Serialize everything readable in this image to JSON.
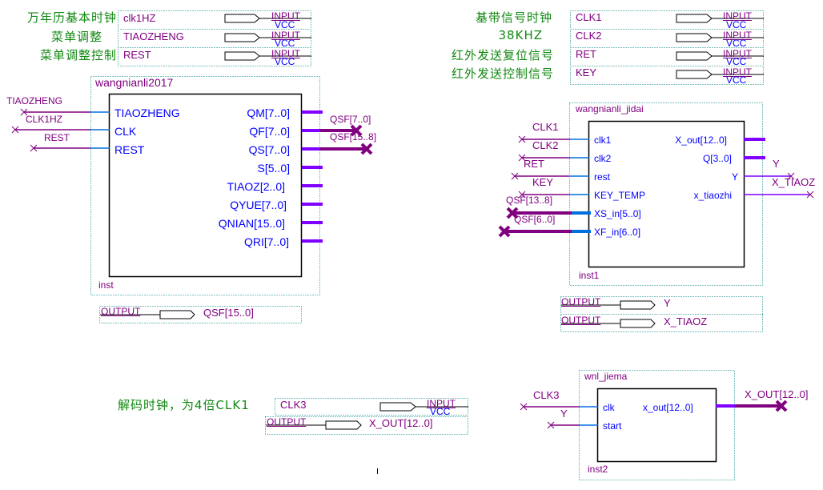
{
  "notes": {
    "left": [
      "万年历基本时钟",
      "菜单调整",
      "菜单调整控制"
    ],
    "right": [
      "基带信号时钟",
      "38KHZ",
      "红外发送复位信号",
      "红外发送控制信号"
    ],
    "bottom": "解码时钟，为4倍CLK1"
  },
  "pins": {
    "input_type": "INPUT",
    "input_default": "VCC",
    "output_type": "OUTPUT",
    "inputs_top_left": [
      "clk1HZ",
      "TIAOZHENG",
      "REST"
    ],
    "inputs_top_right": [
      "CLK1",
      "CLK2",
      "RET",
      "KEY"
    ],
    "input_bottom": "CLK3",
    "outputs": {
      "qsf": "QSF[15..0]",
      "y": "Y",
      "x_tiaoz": "X_TIAOZ",
      "x_out": "X_OUT[12..0]"
    }
  },
  "blocks": {
    "wangnianli2017": {
      "name": "wangnianli2017",
      "instance": "inst",
      "inputs": [
        "TIAOZHENG",
        "CLK",
        "REST"
      ],
      "outputs": [
        "QM[7..0]",
        "QF[7..0]",
        "QS[7..0]",
        "S[5..0]",
        "TIAOZ[2..0]",
        "QYUE[7..0]",
        "QNIAN[15..0]",
        "QRI[7..0]"
      ],
      "input_nets": [
        "TIAOZHENG",
        "CLK1HZ",
        "REST"
      ],
      "output_nets": [
        "QSF[7..0]",
        "QSF[15..8]"
      ]
    },
    "wangnianli_jidai": {
      "name": "wangnianli_jidai",
      "instance": "inst1",
      "inputs": [
        "clk1",
        "clk2",
        "rest",
        "KEY_TEMP",
        "XS_in[5..0]",
        "XF_in[6..0]"
      ],
      "outputs": [
        "X_out[12..0]",
        "Q[3..0]",
        "Y",
        "x_tiaozhi"
      ],
      "input_nets": [
        "CLK1",
        "CLK2",
        "RET",
        "KEY",
        "QSF[13..8]",
        "QSF[6..0]"
      ],
      "output_nets": [
        "Y",
        "X_TIAOZ"
      ]
    },
    "wnl_jiema": {
      "name": "wnl_jiema",
      "instance": "inst2",
      "inputs": [
        "clk",
        "start"
      ],
      "outputs": [
        "x_out[12..0]"
      ],
      "input_nets": [
        "CLK3",
        "Y"
      ],
      "output_nets": [
        "X_OUT[12..0]"
      ]
    }
  },
  "colors": {
    "note": "#118811",
    "net_label": "#800080",
    "port_label": "#0000ff",
    "bus_out": "#8000ff",
    "bus_net": "#800080",
    "wire_in": "#0070e0",
    "frame": "#008080"
  }
}
